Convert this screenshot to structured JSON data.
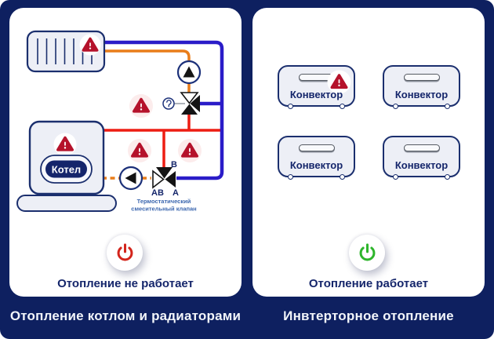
{
  "page": {
    "background_color": "#0e2060",
    "left_caption": "Отопление котлом и радиаторами",
    "right_caption": "Инвтерторное отопление"
  },
  "left_panel": {
    "boiler_label": "Котел",
    "valve": {
      "port_ab": "AB",
      "port_a": "A",
      "port_b": "B",
      "caption_line1": "Термостатический",
      "caption_line2": "смесительный клапан"
    },
    "status_text": "Отопление не работает",
    "power_color": "#d3251c",
    "warning_count": 5
  },
  "right_panel": {
    "convectors": [
      {
        "label": "Конвектор",
        "has_warning": true
      },
      {
        "label": "Конвектор",
        "has_warning": false
      },
      {
        "label": "Конвектор",
        "has_warning": false
      },
      {
        "label": "Конвектор",
        "has_warning": false
      }
    ],
    "status_text": "Отопление работает",
    "power_color": "#2eb52c"
  },
  "colors": {
    "navy_outline": "#1b2f6e",
    "component_fill": "#edeff6",
    "pipe_hot_red": "#ed1d13",
    "pipe_return_blue": "#2a1cc8",
    "pipe_orange": "#e97d1a",
    "warning_red": "#b5122b",
    "power_off_red": "#d3251c",
    "power_on_green": "#2eb52c"
  },
  "icons": {
    "power": "power-symbol",
    "warning": "exclamation-triangle",
    "pump": "circle-arrow",
    "sensor": "temperature-sensor"
  }
}
